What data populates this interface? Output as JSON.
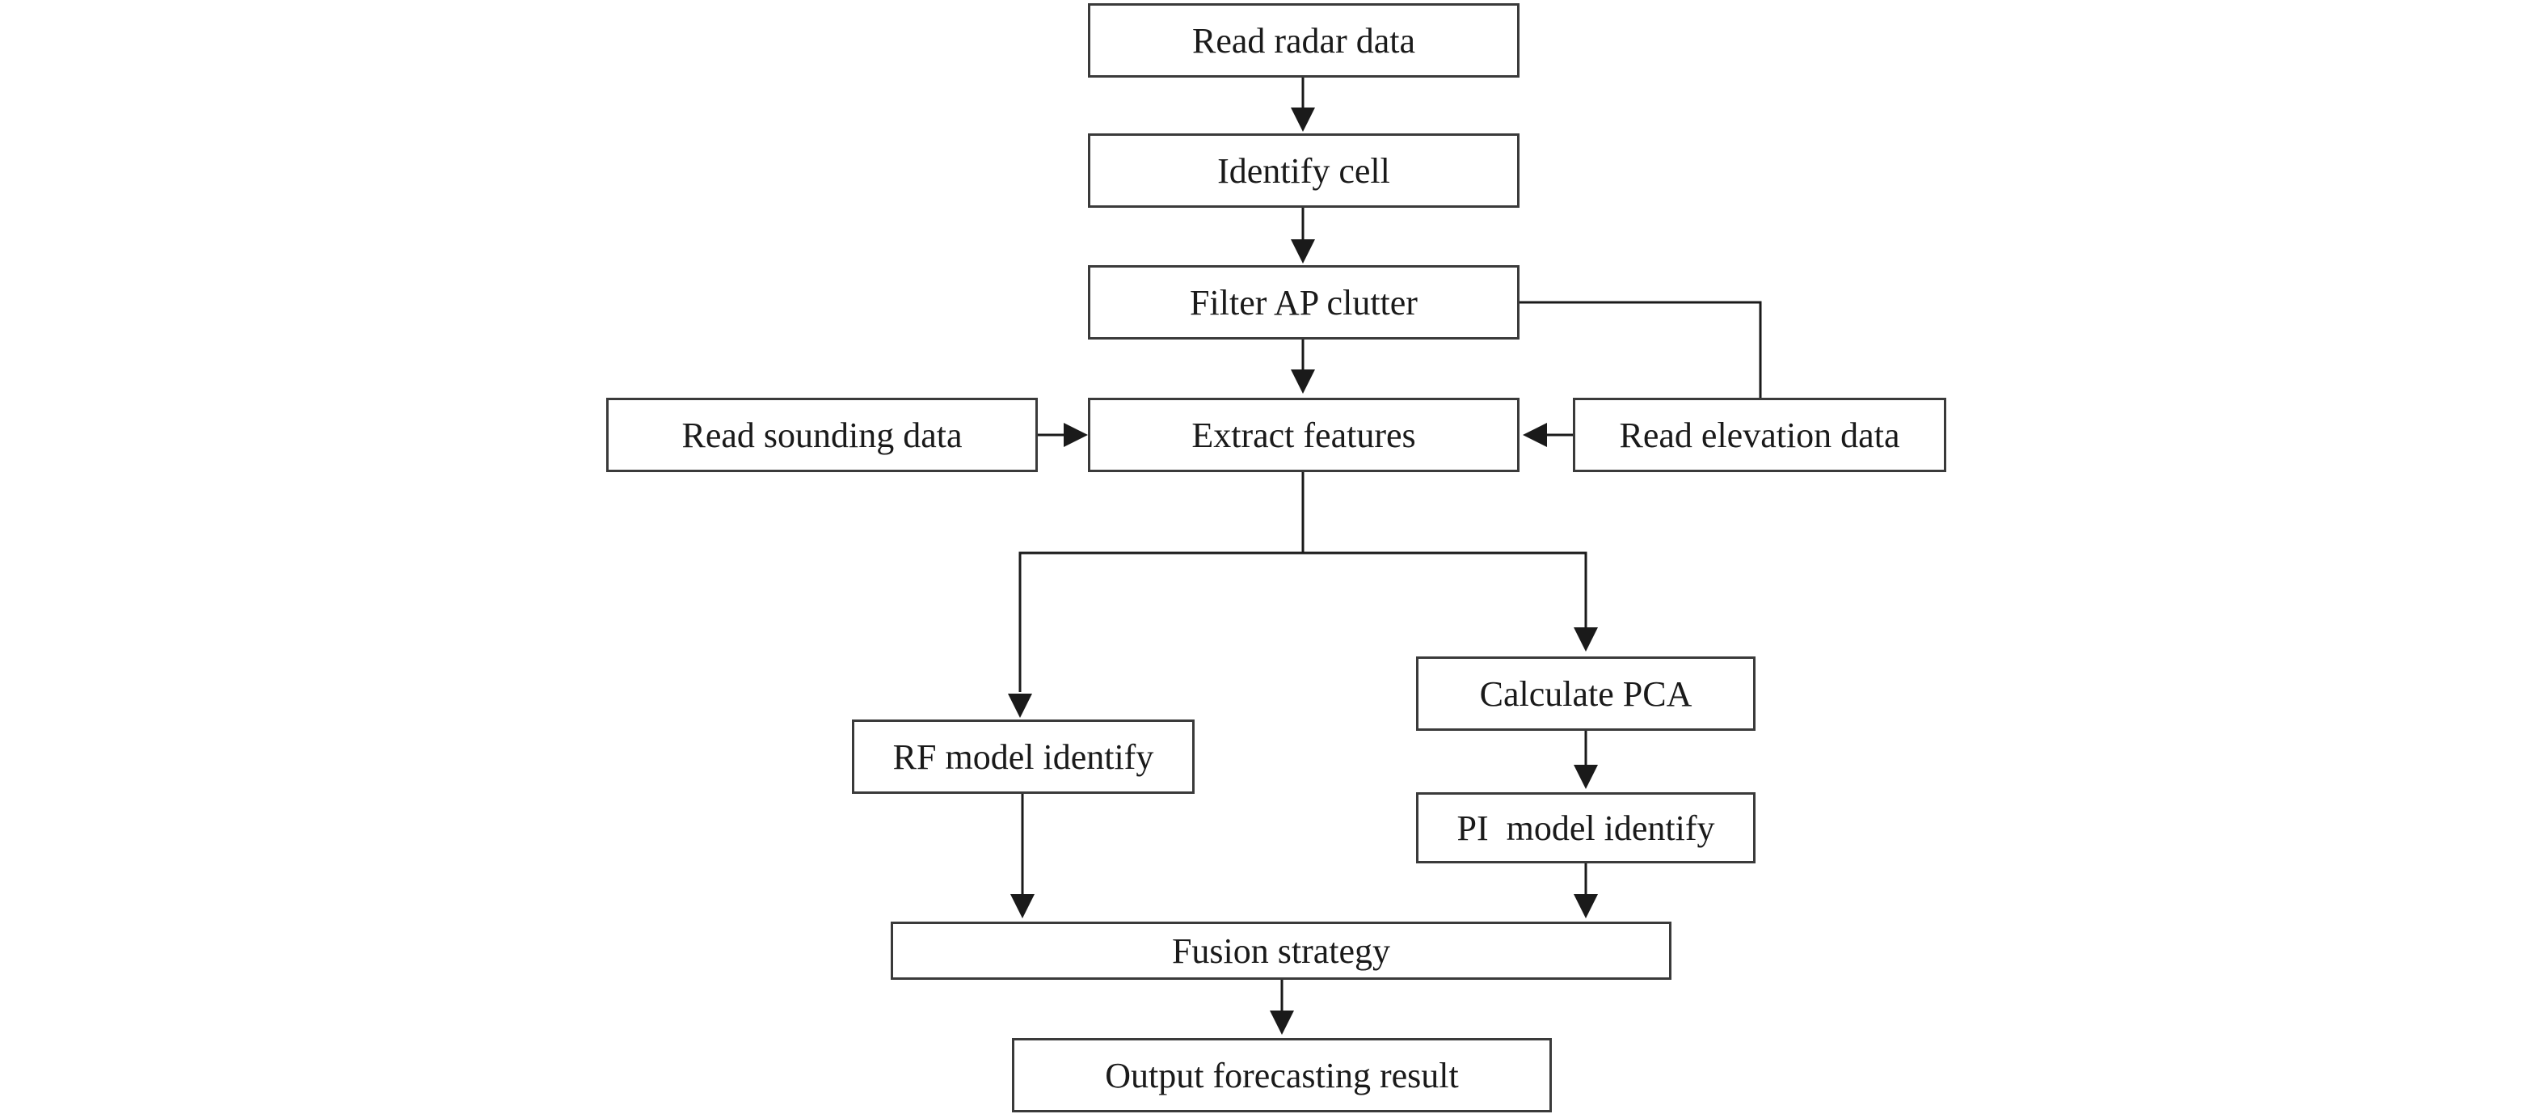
{
  "flowchart": {
    "nodes": {
      "read_radar": "Read radar data",
      "identify_cell": "Identify cell",
      "filter_ap": "Filter AP clutter",
      "read_sounding": "Read sounding data",
      "extract_features": "Extract features",
      "read_elevation": "Read elevation data",
      "calculate_pca": "Calculate PCA",
      "rf_model": "RF model identify",
      "pi_model": "PI  model identify",
      "fusion": "Fusion strategy",
      "output": "Output forecasting result"
    },
    "edges": [
      [
        "read_radar",
        "identify_cell"
      ],
      [
        "identify_cell",
        "filter_ap"
      ],
      [
        "filter_ap",
        "extract_features"
      ],
      [
        "filter_ap",
        "read_elevation"
      ],
      [
        "read_sounding",
        "extract_features"
      ],
      [
        "read_elevation",
        "extract_features"
      ],
      [
        "extract_features",
        "rf_model"
      ],
      [
        "extract_features",
        "calculate_pca"
      ],
      [
        "calculate_pca",
        "pi_model"
      ],
      [
        "rf_model",
        "fusion"
      ],
      [
        "pi_model",
        "fusion"
      ],
      [
        "fusion",
        "output"
      ]
    ],
    "colors": {
      "stroke": "#3a3a3a",
      "text": "#1a1a1a",
      "background": "#ffffff"
    }
  }
}
